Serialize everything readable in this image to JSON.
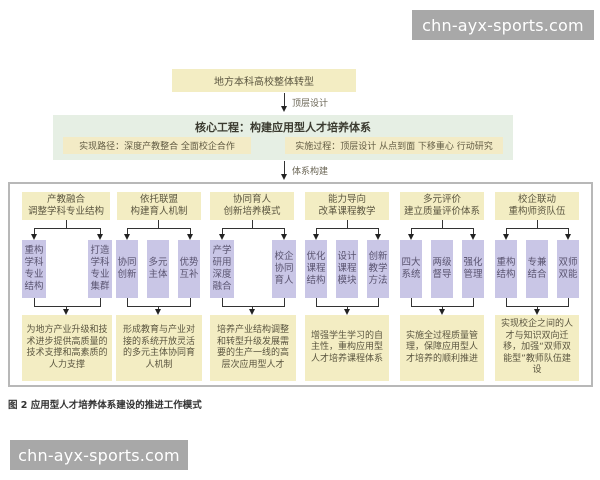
{
  "watermarks": {
    "top": "chn-ayx-sports.com",
    "bottom": "chn-ayx-sports.com"
  },
  "top_box": "地方本科高校整体转型",
  "arrow1_label": "顶层设计",
  "core": {
    "title": "核心工程：构建应用型人才培养体系",
    "path": "实现路径：深度产教整合  全面校企合作",
    "process": "实施过程：顶层设计  从点到面  下移重心  行动研究"
  },
  "arrow2_label": "体系构建",
  "columns": [
    {
      "head1": "产教融合",
      "head2": "调整学科专业结构",
      "leaves": [
        "重构学科专业结构",
        "打造学科专业集群"
      ],
      "result": "为地方产业升级和技术进步提供高质量的技术支撑和高素质的人力支撑"
    },
    {
      "head1": "依托联盟",
      "head2": "构建育人机制",
      "leaves": [
        "协同创新",
        "多元主体",
        "优势互补"
      ],
      "result": "形成教育与产业对接的系统开放灵活的多元主体协同育人机制"
    },
    {
      "head1": "协同育人",
      "head2": "创新培养模式",
      "leaves": [
        "产学研用深度融合",
        "校企协同育人"
      ],
      "result": "培养产业结构调整和转型升级发展需要的生产一线的高层次应用型人才"
    },
    {
      "head1": "能力导向",
      "head2": "改革课程教学",
      "leaves": [
        "优化课程结构",
        "设计课程模块",
        "创新教学方法"
      ],
      "result": "增强学生学习的自主性，重构应用型人才培养课程体系"
    },
    {
      "head1": "多元评价",
      "head2": "建立质量评价体系",
      "leaves": [
        "四大系统",
        "两级督导",
        "强化管理"
      ],
      "result": "实施全过程质量管理，保障应用型人才培养的顺利推进"
    },
    {
      "head1": "校企联动",
      "head2": "重构师资队伍",
      "leaves": [
        "重构结构",
        "专兼结合",
        "双师双能"
      ],
      "result": "实现校企之间的人才与知识双向迁移，加强“双师双能型”教师队伍建设"
    }
  ],
  "caption": "图 2   应用型人才培养体系建设的推进工作模式",
  "colors": {
    "beige": "#f3edc3",
    "lilac": "#c9c6e6",
    "core_band": "#e6efe4",
    "border": "#b8b8b8",
    "watermark": "#a8a8a8"
  }
}
